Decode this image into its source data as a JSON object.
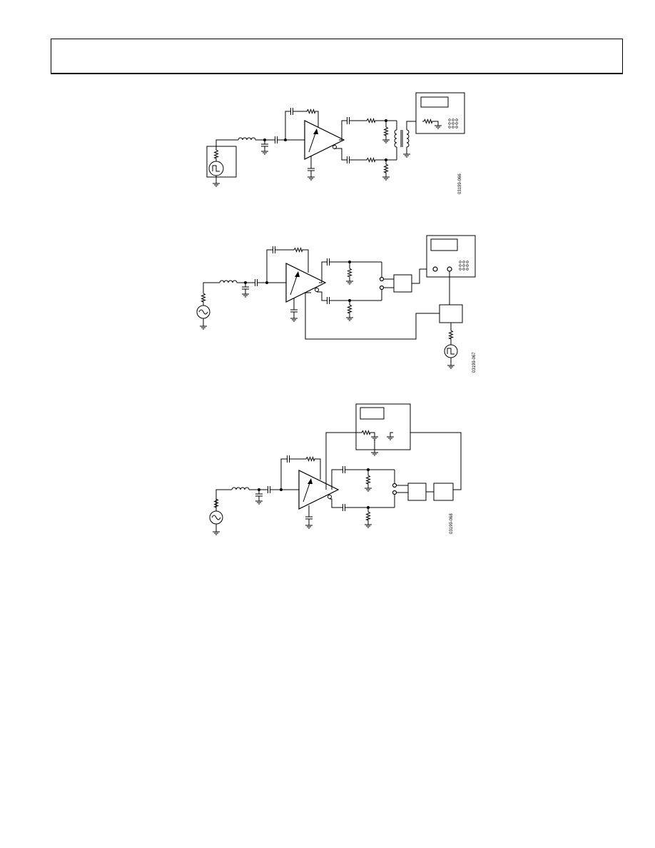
{
  "header": {
    "text": ""
  },
  "figures": [
    {
      "code": "03199-066"
    },
    {
      "code": "03199-067"
    },
    {
      "code": "03199-068"
    }
  ]
}
